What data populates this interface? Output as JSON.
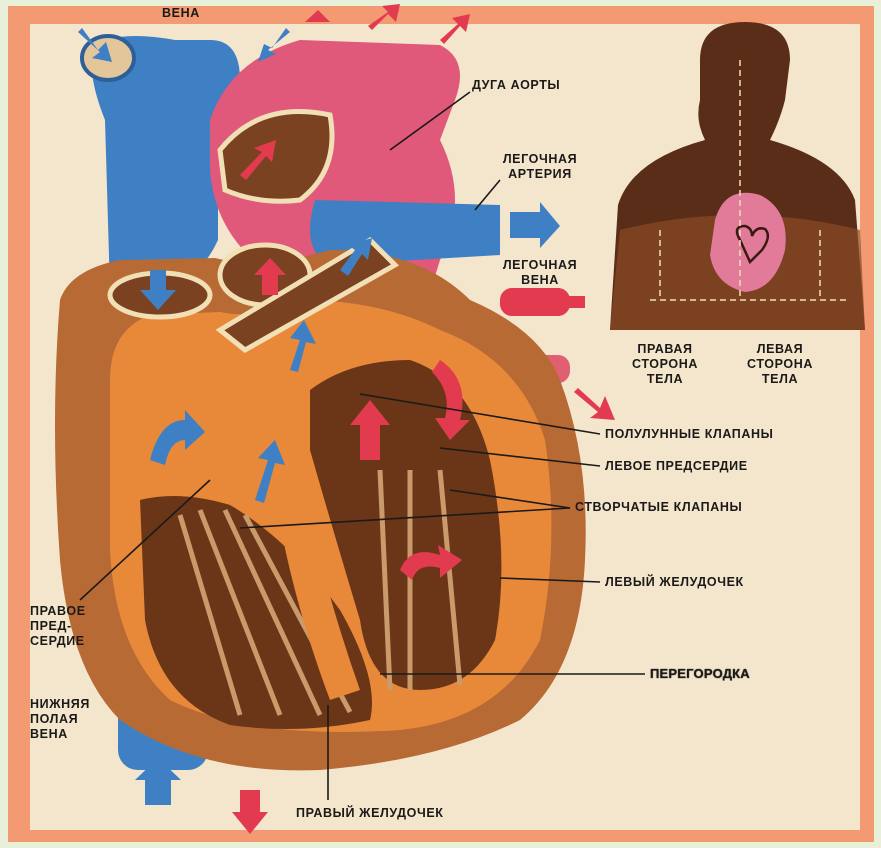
{
  "labels": {
    "vena_top": "ВЕНА",
    "aortic_arch": "ДУГА АОРТЫ",
    "pulmonary_artery": [
      "ЛЕГОЧНАЯ",
      "АРТЕРИЯ"
    ],
    "pulmonary_vein": [
      "ЛЕГОЧНАЯ",
      "ВЕНА"
    ],
    "semilunar_valves": "ПОЛУЛУННЫЕ КЛАПАНЫ",
    "left_atrium": "ЛЕВОЕ ПРЕДСЕРДИЕ",
    "cuspid_valves": "СТВОРЧАТЫЕ КЛАПАНЫ",
    "left_ventricle": "ЛЕВЫЙ ЖЕЛУДОЧЕК",
    "septum": "ПЕРЕГОРОДКА",
    "right_ventricle": "ПРАВЫЙ ЖЕЛУДОЧЕК",
    "right_atrium": [
      "ПРАВОЕ",
      "ПРЕД-",
      "СЕРДИЕ"
    ],
    "inferior_vena_cava": [
      "НИЖНЯЯ",
      "ПОЛАЯ",
      "ВЕНА"
    ],
    "right_side_body": [
      "ПРАВАЯ",
      "СТОРОНА",
      "ТЕЛА"
    ],
    "left_side_body": [
      "ЛЕВАЯ",
      "СТОРОНА",
      "ТЕЛА"
    ]
  },
  "colors": {
    "frame": "#f39a72",
    "paper": "#f3e6cc",
    "venous_blue": "#3f7fc4",
    "arterial_red": "#e23b4f",
    "aorta_pink": "#e0587a",
    "muscle_brown": "#b86a35",
    "inner_orange": "#e8893a",
    "silhouette": "#5a2d18"
  }
}
